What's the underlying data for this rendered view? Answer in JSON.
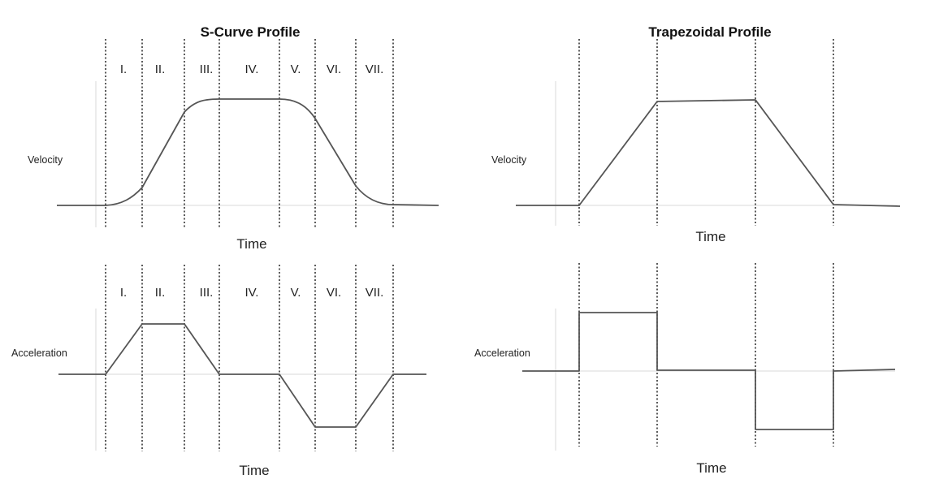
{
  "panels": [
    {
      "id": "scurve",
      "title": "S-Curve Profile",
      "phases": [
        "I.",
        "II.",
        "III.",
        "IV.",
        "V.",
        "VI.",
        "VII."
      ],
      "velocity_label": "Velocity",
      "acceleration_label": "Acceleration",
      "velocity_time_label": "Time",
      "acceleration_time_label": "Time"
    },
    {
      "id": "trapezoidal",
      "title": "Trapezoidal Profile",
      "velocity_label": "Velocity",
      "acceleration_label": "Acceleration",
      "velocity_time_label": "Time",
      "acceleration_time_label": "Time"
    }
  ],
  "colors": {
    "curve": "#555555",
    "divider": "#333333",
    "axis": "#d8d8d8"
  }
}
